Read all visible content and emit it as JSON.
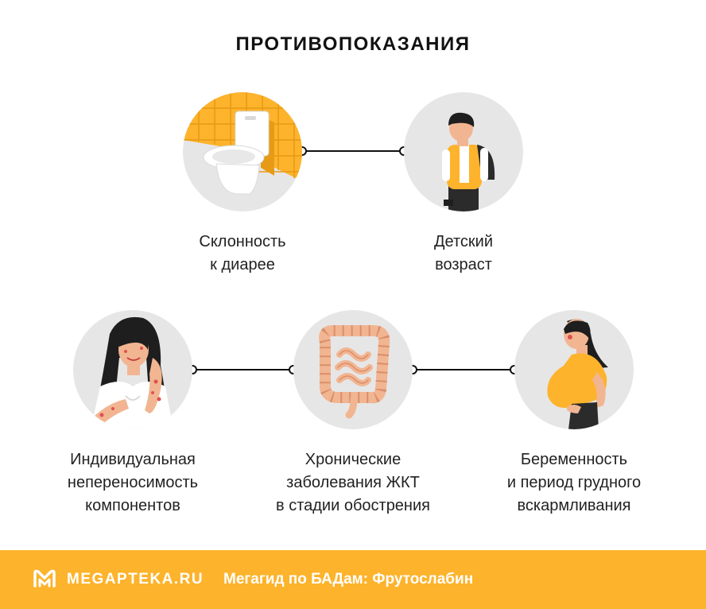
{
  "title": "ПРОТИВОПОКАЗАНИЯ",
  "items": [
    {
      "icon": "toilet-icon",
      "lines": [
        "Склонность",
        "к диарее"
      ]
    },
    {
      "icon": "schoolboy-icon",
      "lines": [
        "Детский",
        "возраст"
      ]
    },
    {
      "icon": "allergy-woman-icon",
      "lines": [
        "Индивидуальная",
        "непереносимость",
        "компонентов"
      ]
    },
    {
      "icon": "intestine-icon",
      "lines": [
        "Хронические",
        "заболевания ЖКТ",
        "в стадии обострения"
      ]
    },
    {
      "icon": "pregnant-woman-icon",
      "lines": [
        "Беременность",
        "и период грудного",
        "вскармливания"
      ]
    }
  ],
  "footer": {
    "brand": "MEGAPTEKA.RU",
    "tagline": "Мегагид по БАДам: Фрутослабин"
  },
  "colors": {
    "accent": "#fdb32b",
    "circle": "#e6e6e6",
    "text": "#222222",
    "connector": "#111111"
  }
}
